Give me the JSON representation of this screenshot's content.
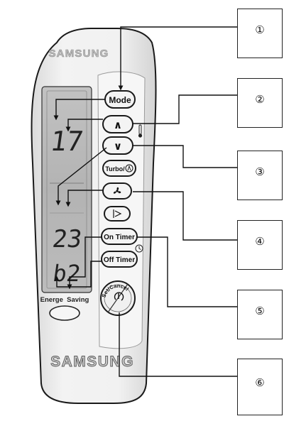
{
  "brand": "SAMSUNG",
  "buttons": {
    "mode": "Mode",
    "temp_up": "∧",
    "temp_down": "∨",
    "turbo": "Turbo/",
    "on_timer": "On Timer",
    "off_timer": "Off Timer",
    "set_cancel": "Set/Cancel"
  },
  "display": {
    "temperature": "17",
    "timer_value": "23",
    "code": "b2",
    "energy_saving_label": "Energe  Saving"
  },
  "callouts": [
    "①",
    "②",
    "③",
    "④",
    "⑤",
    "⑥"
  ],
  "colors": {
    "body": "#efefef",
    "outline": "#1a1a1a",
    "display_panel": "#b8b8b8",
    "button_face": "#f4f4f4"
  },
  "icons": [
    "thermometer-icon",
    "fan-icon",
    "swing-icon",
    "clock-icon",
    "power-icon",
    "turbo-icon"
  ]
}
